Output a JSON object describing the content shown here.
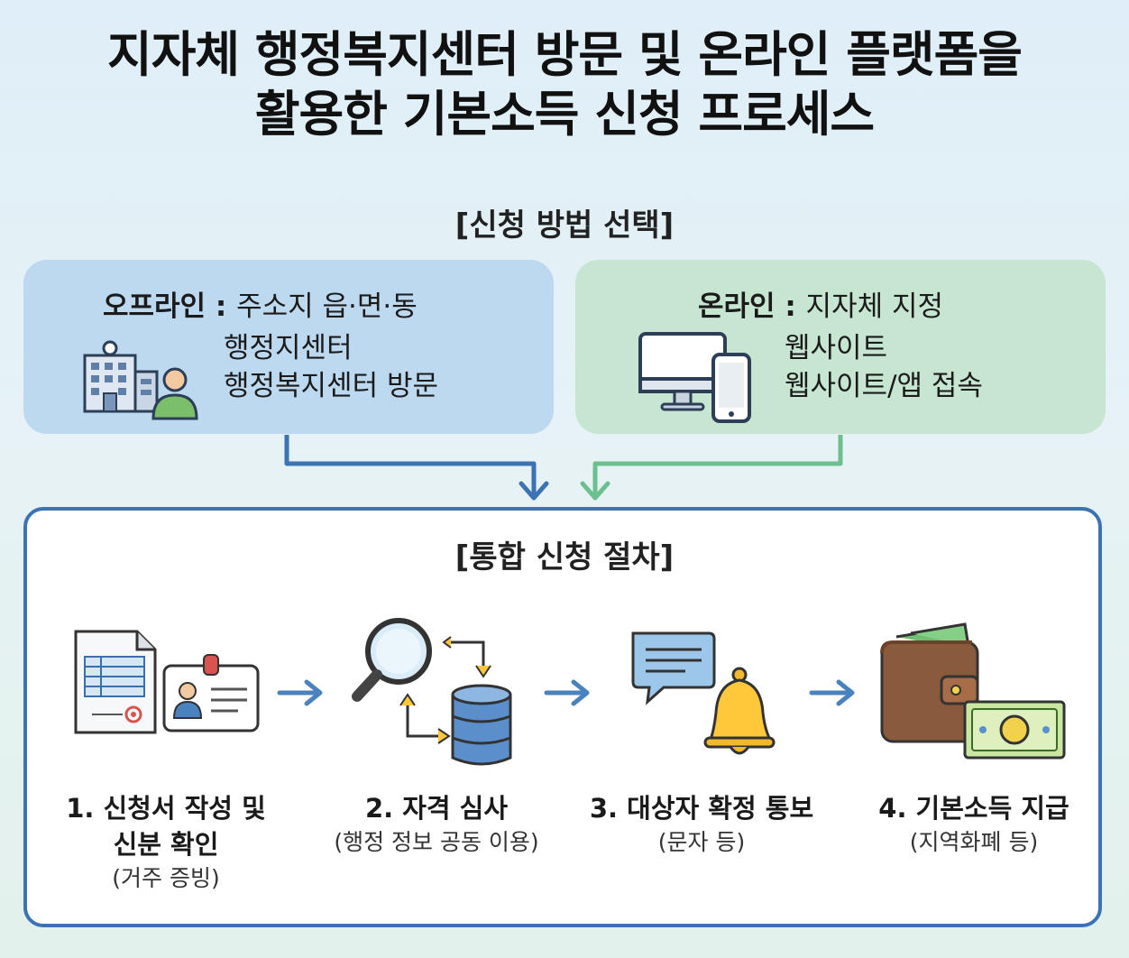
{
  "title": {
    "line1": "지자체 행정복지센터 방문 및 온라인 플랫폼을",
    "line2": "활용한 기본소득 신청 프로세스"
  },
  "method_heading": "[신청 방법 선택]",
  "offline": {
    "label": "오프라인",
    "separator": " : ",
    "line1": "주소지 읍·면·동",
    "line2": "행정지센터",
    "line3": "행정복지센터 방문",
    "icons": [
      "building-icon",
      "person-icon"
    ]
  },
  "online": {
    "label": "온라인",
    "separator": " : ",
    "line1": "지자체 지정",
    "line2": "웹사이트",
    "line3": "웹사이트/앱 접속",
    "icons": [
      "monitor-icon",
      "smartphone-icon"
    ]
  },
  "process_heading": "[통합 신청 절차]",
  "steps": [
    {
      "title1": "1. 신청서 작성 및",
      "title2": "신분 확인",
      "note": "(거주 증빙)",
      "icon": "document-id-icon"
    },
    {
      "title1": "2. 자격 심사",
      "note": "(행정 정보 공동 이용)",
      "icon": "search-database-icon"
    },
    {
      "title1": "3. 대상자 확정 통보",
      "note": "(문자 등)",
      "icon": "message-bell-icon"
    },
    {
      "title1": "4. 기본소득 지급",
      "note": "(지역화폐 등)",
      "icon": "wallet-money-icon"
    }
  ],
  "colors": {
    "offline_box": "#bcd9ef",
    "online_box": "#c6e6d1",
    "offline_arrow": "#3b73b5",
    "online_arrow": "#6cc08d",
    "process_border": "#3b73b5",
    "step_arrow": "#4a82bd"
  }
}
